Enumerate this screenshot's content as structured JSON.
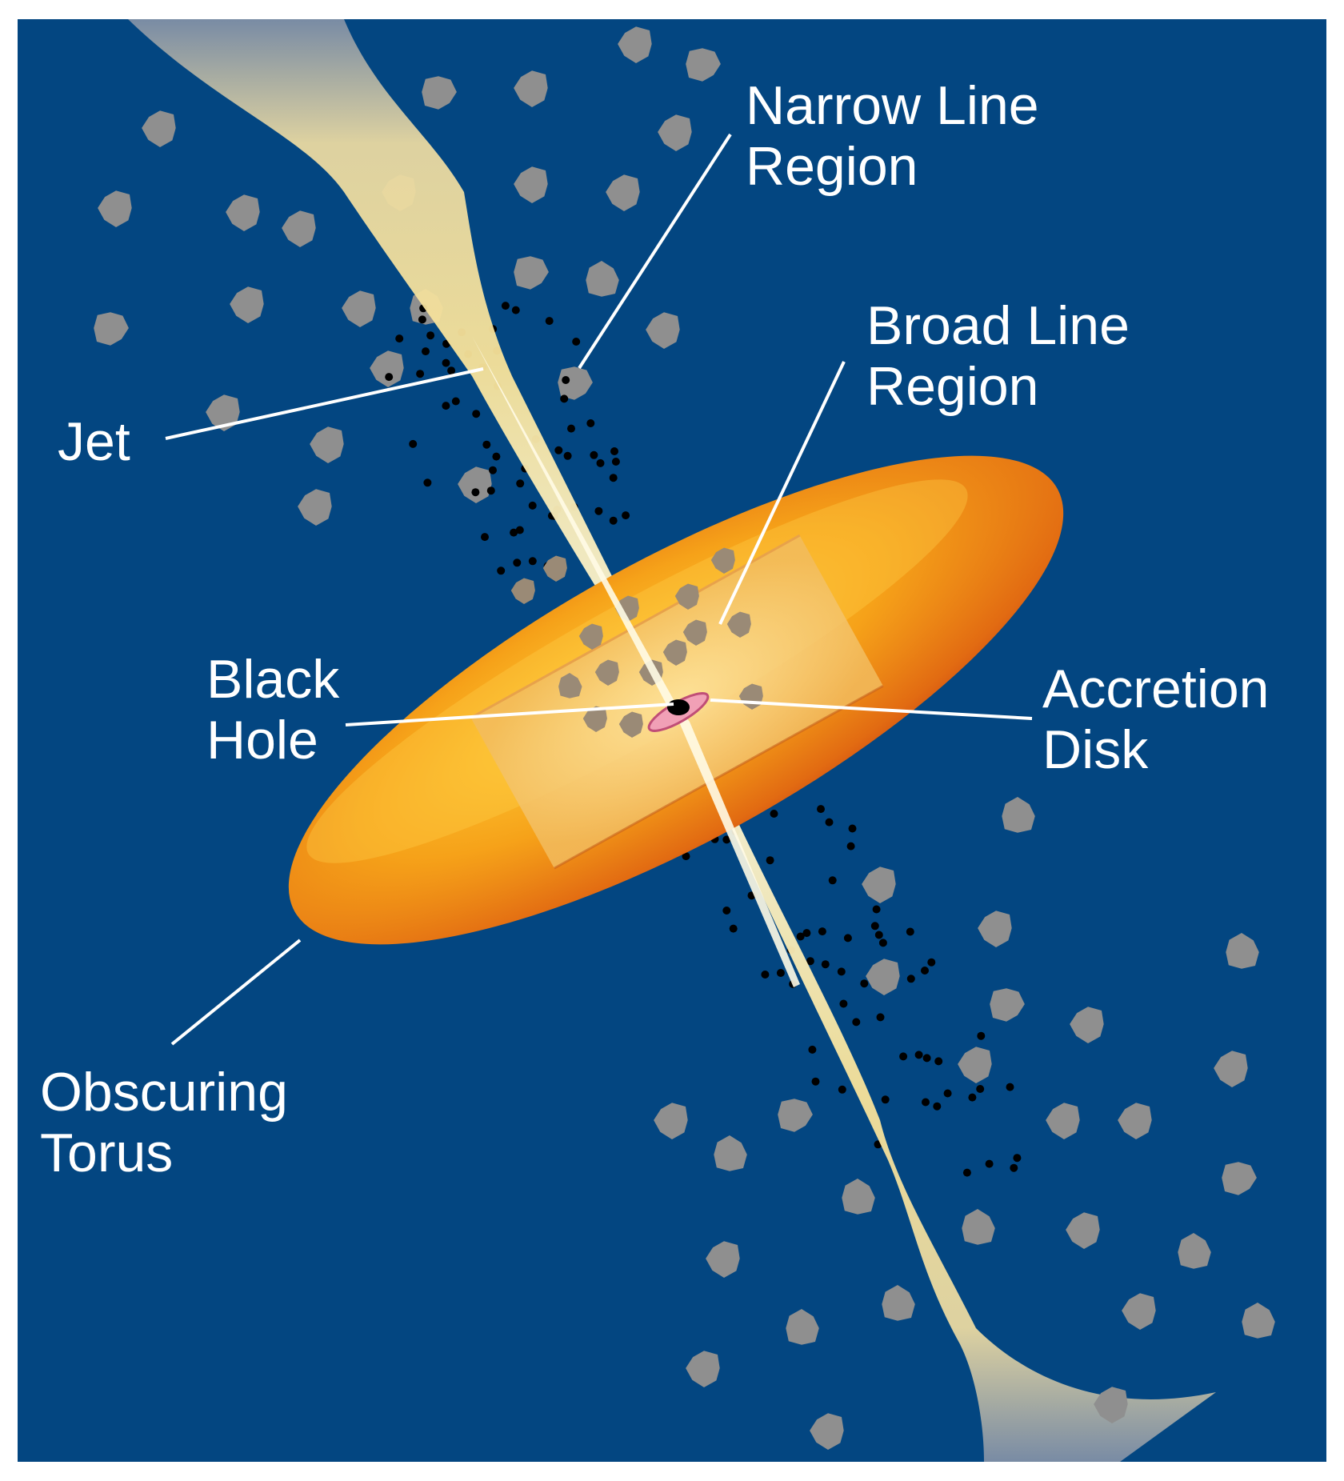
{
  "colors": {
    "background": "#034681",
    "frame": "#ffffff",
    "torus_highlight": "#ffc21a",
    "torus_mid": "#f28a12",
    "torus_edge": "#c33a10",
    "jet_core": "#fffbdc",
    "jet_outer": "#f3dc86",
    "nlr_cloud": "#8f8f8f",
    "blr_dot": "#000000",
    "label": "#ffffff"
  },
  "labels": {
    "narrow_line_region": [
      "Narrow Line",
      "Region"
    ],
    "broad_line_region": [
      "Broad Line",
      "Region"
    ],
    "jet": [
      "Jet"
    ],
    "black_hole": [
      "Black",
      "Hole"
    ],
    "accretion_disk": [
      "Accretion",
      "Disk"
    ],
    "obscuring_torus": [
      "Obscuring",
      "Torus"
    ]
  },
  "icons": {
    "black_hole": "black-hole-icon",
    "accretion_disk": "accretion-disk-icon",
    "nlr_cloud": "gray-cloud-icon",
    "blr_cloud": "black-dot-icon"
  }
}
